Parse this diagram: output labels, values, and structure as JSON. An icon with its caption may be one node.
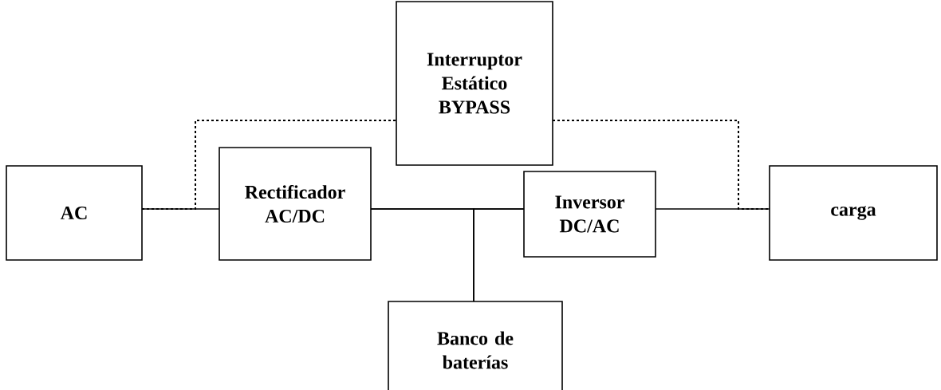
{
  "diagram": {
    "nodes": [
      {
        "text": [
          "Interruptor Estático BYPASS"
        ]
      },
      {
        "text": [
          "AC"
        ]
      },
      {
        "text": [
          "Rectificador AC/DC"
        ]
      },
      {
        "text": [
          "Inversor DC/AC"
        ]
      },
      {
        "text": [
          "carga"
        ]
      },
      {
        "text": [
          "Banco de baterías"
        ]
      }
    ],
    "edges": [
      {
        "from": 1,
        "to": 2,
        "arrow": "none"
      },
      {
        "from": 2,
        "to": 3,
        "arrow": "none"
      },
      {
        "from": 3,
        "to": 4,
        "arrow": "none"
      },
      {
        "from": 5,
        "to": 2,
        "arrow": "none"
      },
      {
        "from": 5,
        "to": 3,
        "arrow": "none"
      },
      {
        "from": 1,
        "to": 0,
        "arrow": "none",
        "style": "dashed"
      },
      {
        "from": 0,
        "to": 4,
        "arrow": "none",
        "style": "dashed"
      }
    ]
  }
}
